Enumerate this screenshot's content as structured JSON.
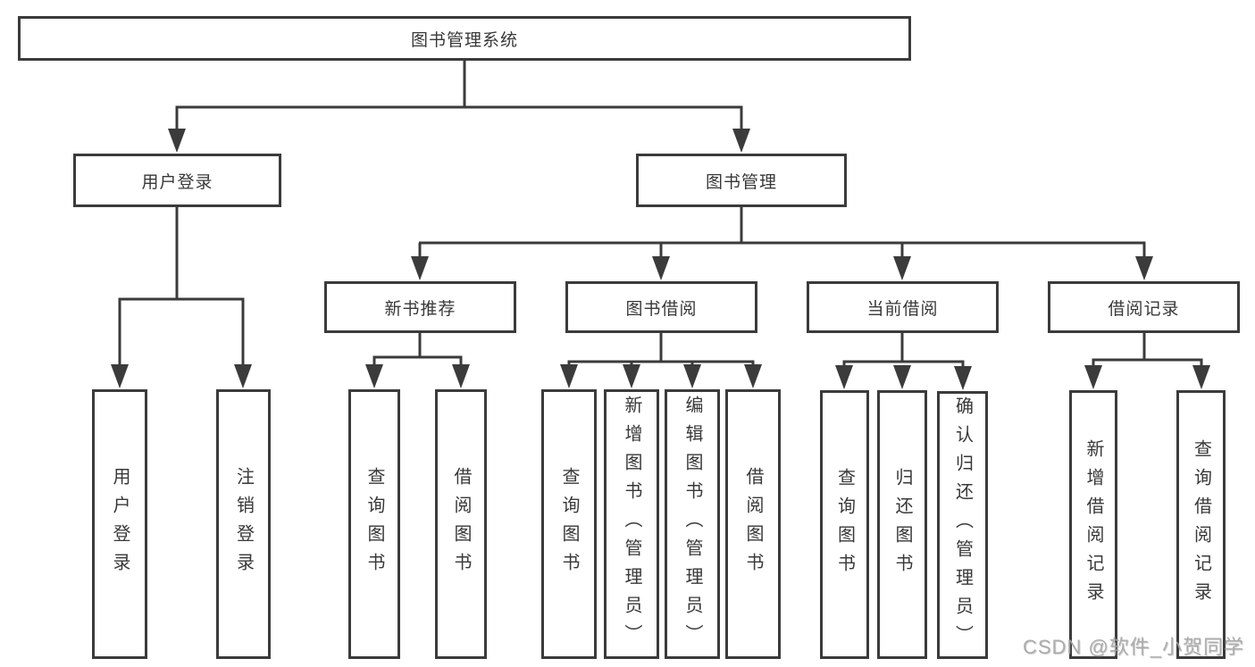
{
  "diagram": {
    "root": "图书管理系统",
    "level2": [
      "用户登录",
      "图书管理"
    ],
    "level3": [
      "新书推荐",
      "图书借阅",
      "当前借阅",
      "借阅记录"
    ],
    "leaves": [
      "用户登录",
      "注销登录",
      "查询图书",
      "借阅图书",
      "查询图书",
      "新增图书（管理员）",
      "编辑图书（管理员）",
      "借阅图书",
      "查询图书",
      "归还图书",
      "确认归还（管理员）",
      "新增借阅记录",
      "查询借阅记录"
    ]
  },
  "watermark": "CSDN @软件_小贺同学",
  "colors": {
    "line": "#3b3b3b",
    "border": "#3b3b3b",
    "text": "#383838",
    "watermark": "#a6a6a6",
    "background": "#ffffff"
  }
}
